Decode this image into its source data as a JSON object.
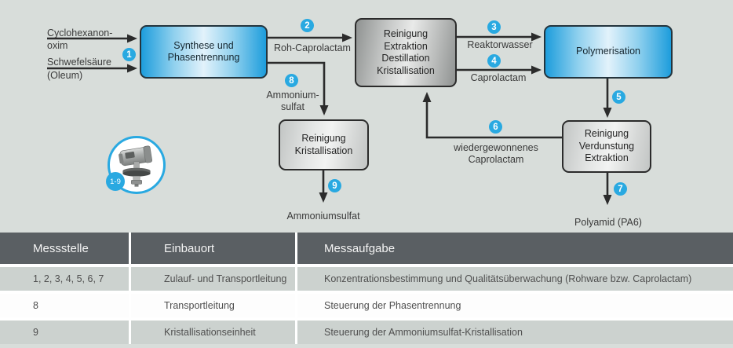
{
  "colors": {
    "accent_cyan": "#29a9e1",
    "background": "#d8ddda",
    "table_header_bg": "#5a5f63",
    "table_row_gray": "#ccd2cf",
    "box_blue_edge": "#1d9ddc"
  },
  "diagram": {
    "inputs": {
      "cyclohexanon": "Cyclohexanon-",
      "oxim": "oxim",
      "schwefelsaeure": "Schwefelsäure",
      "oleum": "(Oleum)"
    },
    "boxes": {
      "synthese": "Synthese und\nPhasentrennung",
      "reinigung_extraktion": "Reinigung\nExtraktion\nDestillation\nKristallisation",
      "polymerisation": "Polymerisation",
      "reinigung_kristallisation": "Reinigung\nKristallisation",
      "reinigung_verdunstung": "Reinigung\nVerdunstung\nExtraktion"
    },
    "streams": {
      "roh_caprolactam": "Roh-Caprolactam",
      "reaktorwasser": "Reaktorwasser",
      "caprolactam": "Caprolactam",
      "ammoniumsulfat_split": "Ammonium-\nsulfat",
      "wiedergewonnenes": "wiedergewonnenes\nCaprolactam",
      "ammoniumsulfat": "Ammoniumsulfat",
      "polyamid": "Polyamid (PA6)"
    },
    "markers": [
      "1",
      "2",
      "3",
      "4",
      "5",
      "6",
      "7",
      "8",
      "9"
    ],
    "instrument_badge": "1-9"
  },
  "table": {
    "headers": [
      "Messstelle",
      "Einbauort",
      "Messaufgabe"
    ],
    "rows": [
      {
        "messstelle": "1, 2, 3, 4, 5, 6, 7",
        "einbauort": "Zulauf- und Transportleitung",
        "messaufgabe": "Konzentrationsbestimmung und Qualitätsüberwachung (Rohware bzw. Caprolactam)"
      },
      {
        "messstelle": "8",
        "einbauort": "Transportleitung",
        "messaufgabe": "Steuerung der Phasentrennung"
      },
      {
        "messstelle": "9",
        "einbauort": "Kristallisationseinheit",
        "messaufgabe": "Steuerung der Ammoniumsulfat-Kristallisation"
      }
    ]
  }
}
